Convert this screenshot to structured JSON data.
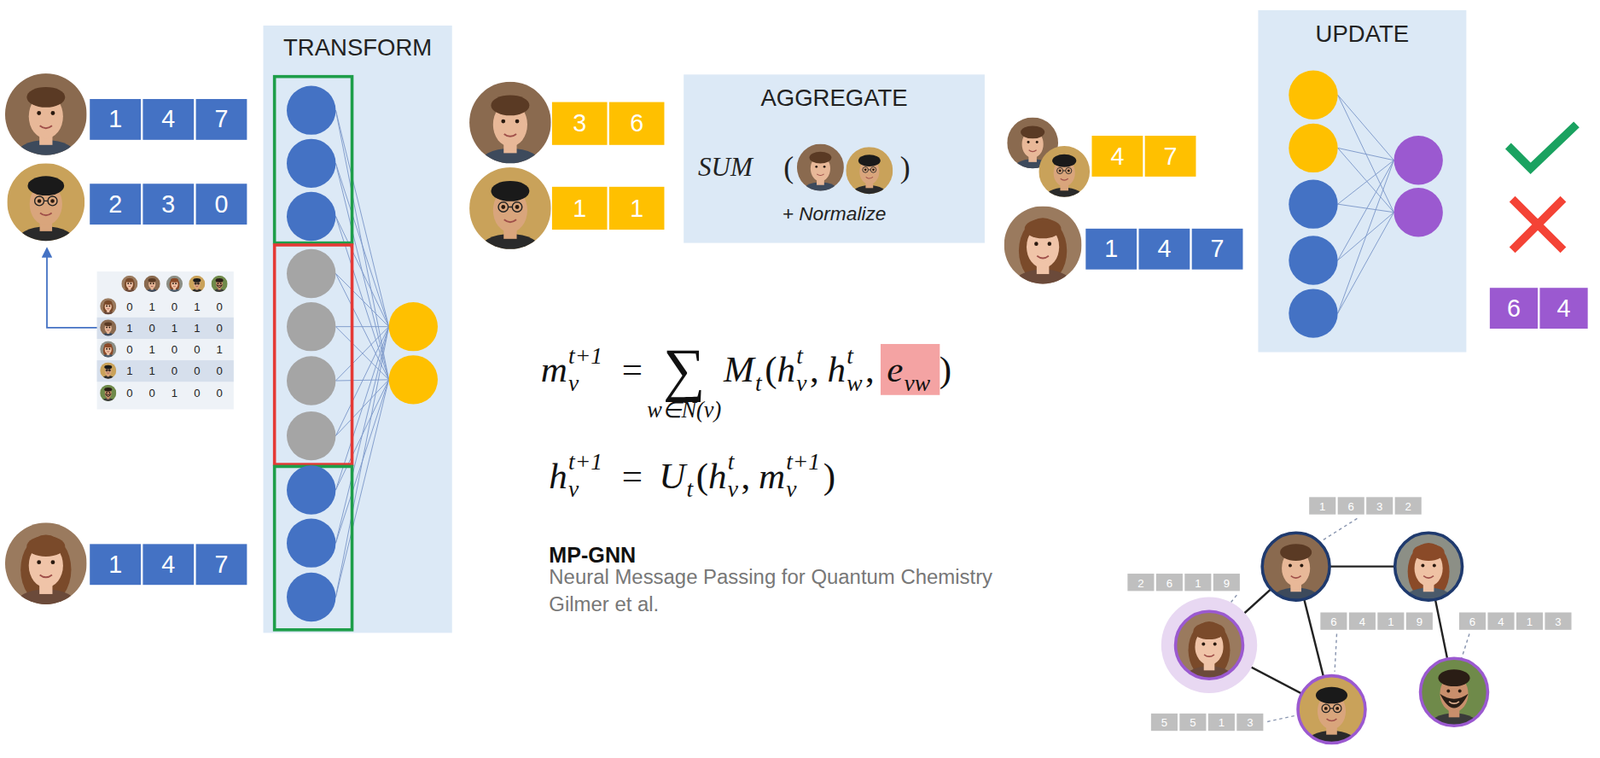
{
  "diagram": {
    "nodes": [
      {
        "text": [
          "1",
          "4",
          "7"
        ]
      },
      {
        "text": [
          "2",
          "3",
          "0"
        ]
      },
      {
        "text": [
          "1",
          "4",
          "7"
        ]
      },
      {
        "text": [
          "TRANSFORM"
        ]
      },
      {
        "text": [
          "3",
          "6"
        ]
      },
      {
        "text": [
          "1",
          "1"
        ]
      },
      {
        "text": [
          "AGGREGATE",
          "SUM",
          "(",
          ")",
          "+ Normalize"
        ]
      },
      {
        "text": [
          "4",
          "7"
        ]
      },
      {
        "text": [
          "1",
          "4",
          "7"
        ]
      },
      {
        "text": [
          "UPDATE"
        ]
      },
      {
        "text": [
          "6",
          "4"
        ]
      },
      {
        "text": [
          "1",
          "6",
          "3",
          "2"
        ]
      },
      {
        "text": [
          "2",
          "6",
          "1",
          "9"
        ]
      },
      {
        "text": [
          "6",
          "4",
          "1",
          "9"
        ]
      },
      {
        "text": [
          "6",
          "4",
          "1",
          "3"
        ]
      },
      {
        "text": [
          "5",
          "5",
          "1",
          "3"
        ]
      }
    ],
    "labels": [
      "0",
      "1",
      "0",
      "1",
      "0",
      "1",
      "0",
      "1",
      "1",
      "0",
      "0",
      "1",
      "0",
      "0",
      "1",
      "1",
      "1",
      "0",
      "0",
      "0",
      "0",
      "0",
      "1",
      "0",
      "0",
      "m",
      "t+1",
      "v",
      "=",
      "∑",
      "w∈N(v)",
      "M",
      "t",
      "(",
      "h",
      "t",
      "v",
      ",",
      "h",
      "t",
      "w",
      ",",
      "e",
      "vw",
      ")",
      "h",
      "t+1",
      "v",
      "=",
      "U",
      "t",
      "(",
      "h",
      "t",
      "v",
      ",",
      "m",
      "t+1",
      "v",
      ")",
      "MP-GNN",
      "Neural Message Passing for Quantum Chemistry",
      "Gilmer et al."
    ]
  }
}
